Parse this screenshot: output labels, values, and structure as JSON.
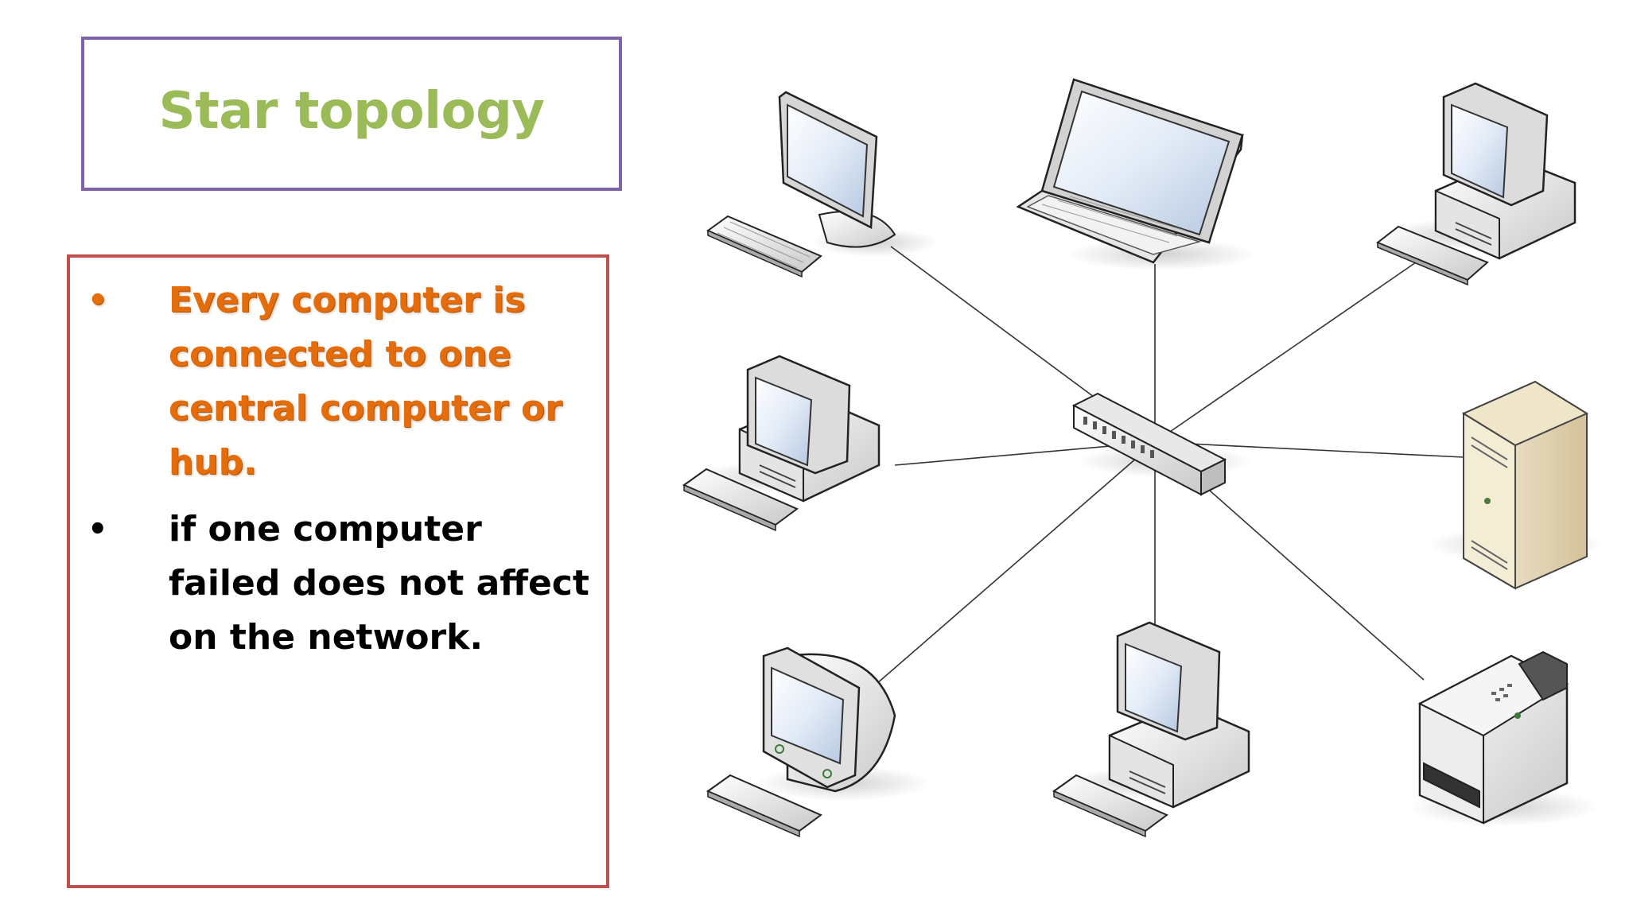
{
  "slide": {
    "title": "Star topology",
    "bullets": [
      {
        "text": "Every computer is connected  to one central  computer or hub.",
        "color": "#e46c0a"
      },
      {
        "text": "if one computer failed does not affect on the network.",
        "color": "#000000"
      }
    ]
  },
  "diagram": {
    "center": "hub-icon",
    "nodes": [
      "desktop-monitor-icon",
      "laptop-icon",
      "desktop-computer-icon",
      "desktop-computer-icon",
      "server-tower-icon",
      "crt-monitor-icon",
      "desktop-computer-icon",
      "printer-icon"
    ]
  },
  "colors": {
    "title": "#9bbb59",
    "title_border": "#7f63a8",
    "bullets_border": "#c0504d",
    "highlight": "#e46c0a"
  }
}
